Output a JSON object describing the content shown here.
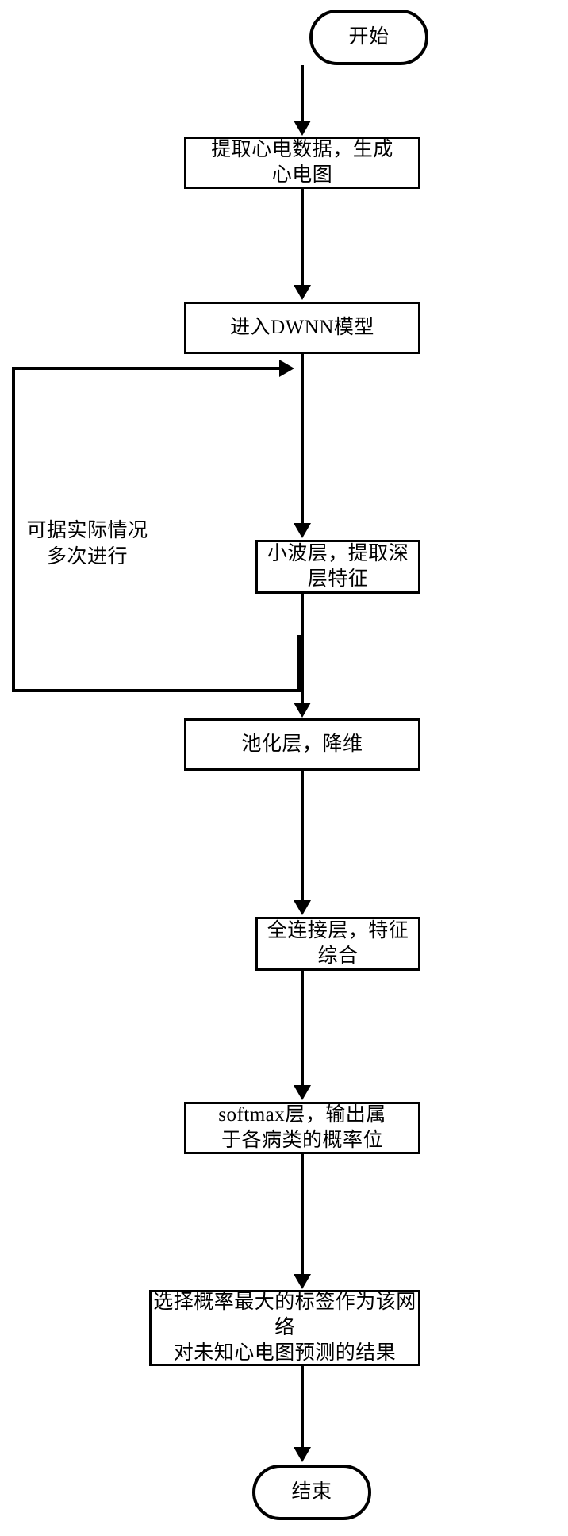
{
  "diagram": {
    "title": "DWNN ECG classification flowchart",
    "language": "zh-CN",
    "stroke_color": "#000000",
    "background_color": "#ffffff"
  },
  "nodes": {
    "start": {
      "label": "开始",
      "shape": "terminator"
    },
    "extract": {
      "label": "提取心电数据，生成\n心电图",
      "shape": "process"
    },
    "enter_model": {
      "label": "进入DWNN模型",
      "shape": "process"
    },
    "wavelet": {
      "label": "小波层，提取深层特征",
      "shape": "process"
    },
    "pooling": {
      "label": "池化层，降维",
      "shape": "process"
    },
    "fully_connected": {
      "label": "全连接层，特征综合",
      "shape": "process"
    },
    "softmax": {
      "label": "softmax层，输出属\n于各病类的概率位",
      "shape": "process"
    },
    "select_label": {
      "label": "选择概率最大的标签作为该网络\n对未知心电图预测的结果",
      "shape": "process"
    },
    "end": {
      "label": "结束",
      "shape": "terminator"
    }
  },
  "annotations": {
    "loop_note": "可据实际情况\n多次进行"
  },
  "edges": [
    {
      "name": "start-to-extract",
      "from": "start",
      "to": "extract"
    },
    {
      "name": "extract-to-enter-model",
      "from": "extract",
      "to": "enter_model"
    },
    {
      "name": "enter-model-to-wavelet",
      "from": "enter_model",
      "to": "wavelet"
    },
    {
      "name": "wavelet-to-pooling",
      "from": "wavelet",
      "to": "pooling"
    },
    {
      "name": "pooling-to-fully-connected",
      "from": "pooling",
      "to": "fully_connected"
    },
    {
      "name": "fully-connected-to-softmax",
      "from": "fully_connected",
      "to": "softmax"
    },
    {
      "name": "softmax-to-select-label",
      "from": "softmax",
      "to": "select_label"
    },
    {
      "name": "select-label-to-end",
      "from": "select_label",
      "to": "end"
    },
    {
      "name": "pooling-feedback-to-wavelet",
      "from": "pooling",
      "to": "wavelet",
      "type": "loop",
      "note": "可据实际情况多次进行"
    }
  ]
}
